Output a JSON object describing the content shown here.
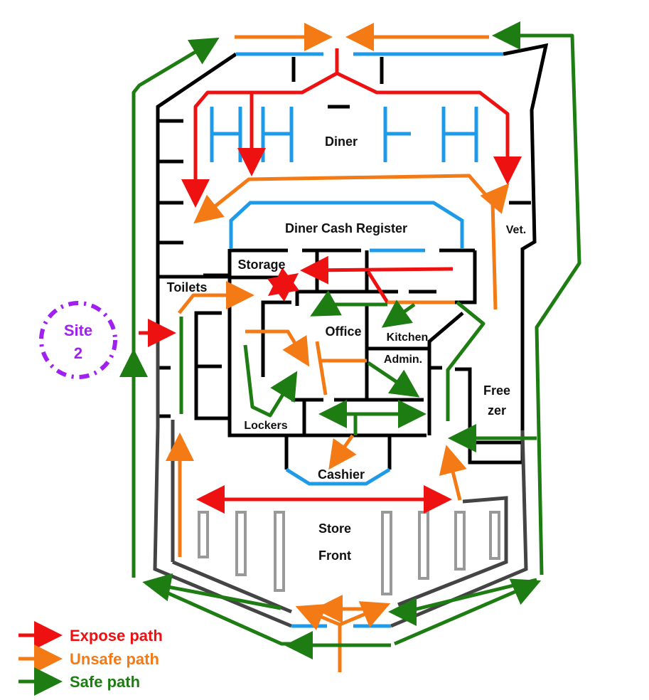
{
  "rooms": {
    "diner": "Diner",
    "diner_cash_register": "Diner Cash Register",
    "vet": "Vet.",
    "storage": "Storage",
    "toilets": "Toilets",
    "office": "Office",
    "kitchen": "Kitchen",
    "admin": "Admin.",
    "freezer_1": "Free",
    "freezer_2": "zer",
    "lockers": "Lockers",
    "cashier": "Cashier",
    "store_front_1": "Store",
    "store_front_2": "Front"
  },
  "site": {
    "line1": "Site",
    "line2": "2",
    "color": "#a020f0"
  },
  "legend": [
    {
      "label": "Expose path",
      "color": "#ee1111"
    },
    {
      "label": "Unsafe path",
      "color": "#f47a16"
    },
    {
      "label": "Safe path",
      "color": "#1e7d12"
    }
  ],
  "colors": {
    "wall": "#000000",
    "outer_wall": "#444444",
    "window": "#1e9be8",
    "shelf": "#999999"
  }
}
